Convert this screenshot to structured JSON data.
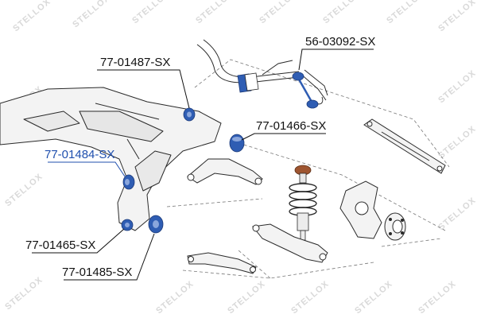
{
  "watermark": {
    "text": "STELLOX",
    "color": "#d4d4d4"
  },
  "colors": {
    "part_blue": "#2f5db3",
    "label_black": "#111111",
    "label_blue": "#1f4fae",
    "outline": "#2a2a2a",
    "fill_gray": "#f2f2f2"
  },
  "parts": [
    {
      "id": "p1",
      "label": "77-01487-SX",
      "color": "#111111"
    },
    {
      "id": "p2",
      "label": "56-03092-SX",
      "color": "#111111"
    },
    {
      "id": "p3",
      "label": "77-01466-SX",
      "color": "#111111"
    },
    {
      "id": "p4",
      "label": "77-01484-SX",
      "color": "#1f4fae"
    },
    {
      "id": "p5",
      "label": "77-01465-SX",
      "color": "#111111"
    },
    {
      "id": "p6",
      "label": "77-01485-SX",
      "color": "#111111"
    }
  ]
}
